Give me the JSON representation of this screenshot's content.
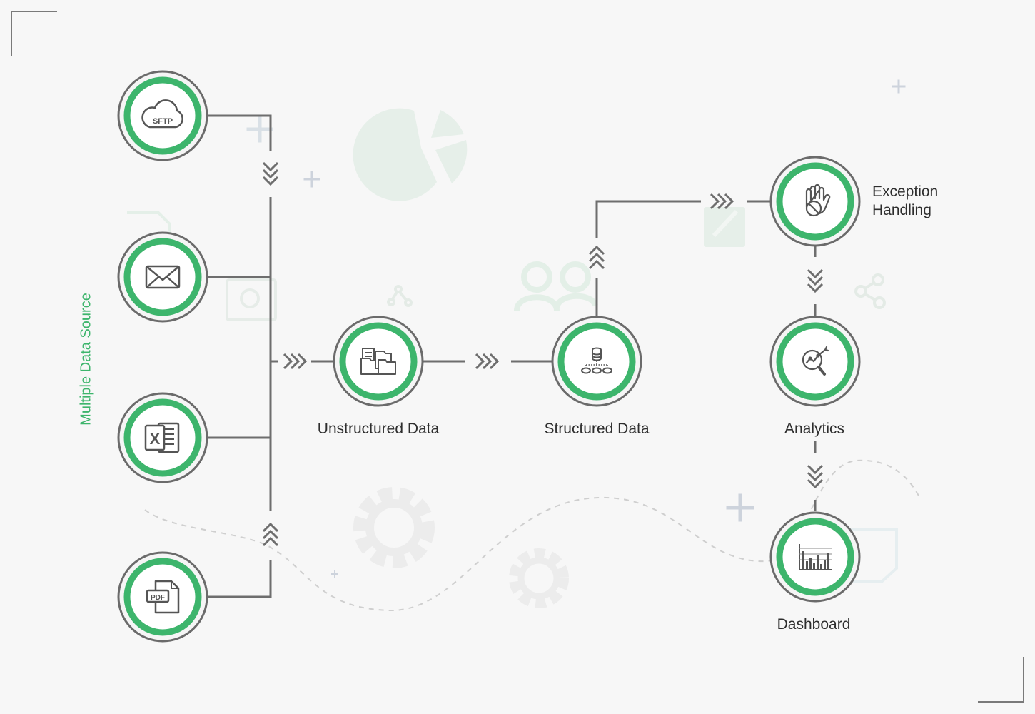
{
  "diagram": {
    "source_group_label": "Multiple Data Source",
    "sources": [
      {
        "icon": "sftp-cloud-icon",
        "icon_text": "SFTP"
      },
      {
        "icon": "envelope-icon"
      },
      {
        "icon": "excel-icon",
        "icon_text": "X"
      },
      {
        "icon": "pdf-icon",
        "icon_text": "PDF"
      }
    ],
    "stages": {
      "unstructured": {
        "label": "Unstructured Data",
        "icon": "folders-icon"
      },
      "structured": {
        "label": "Structured Data",
        "icon": "database-hierarchy-icon"
      },
      "exception_line1": "Exception",
      "exception_line2": "Handling",
      "exception_icon": "stop-hand-icon",
      "analytics": {
        "label": "Analytics",
        "icon": "magnifier-chart-icon"
      },
      "dashboard": {
        "label": "Dashboard",
        "icon": "bar-chart-icon"
      }
    },
    "colors": {
      "accent_green": "#3db56c",
      "ring_gray": "#6b6b6b",
      "line_gray": "#6e6e6e",
      "background": "#f7f7f7"
    }
  }
}
